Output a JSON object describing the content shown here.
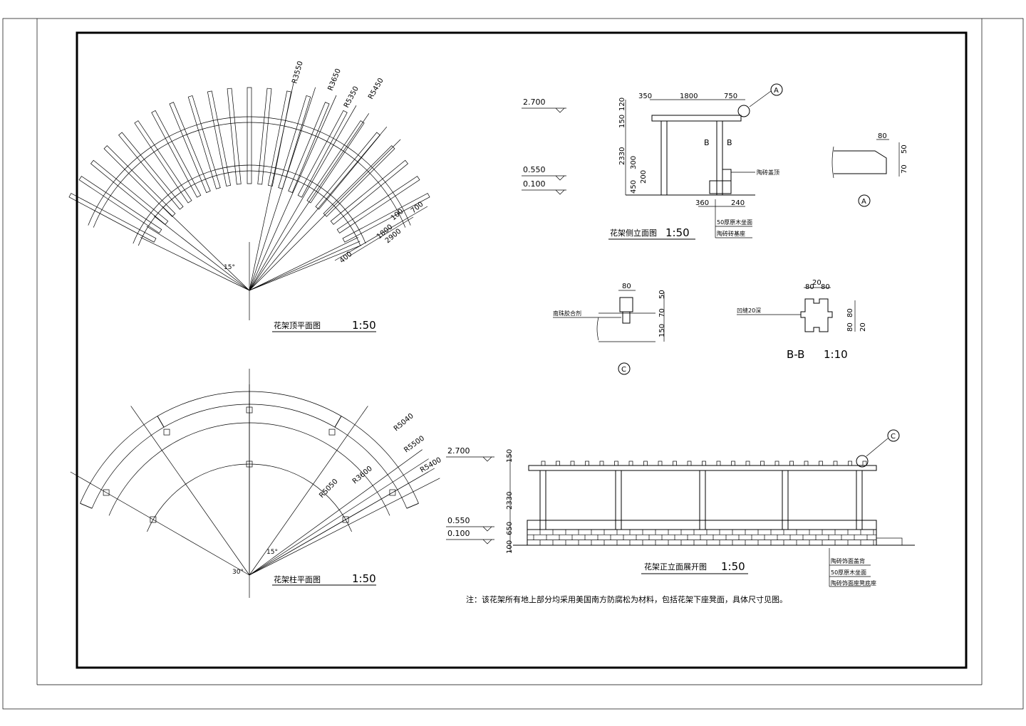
{
  "top_plan": {
    "radii": [
      "R3550",
      "R3650",
      "R5350",
      "R5450"
    ],
    "dims": [
      "700",
      "1800",
      "2900",
      "400",
      "100"
    ],
    "angle": "15°",
    "title": "花架顶平面图",
    "scale": "1:50"
  },
  "column_plan": {
    "radii": [
      "R5040",
      "R5500",
      "R5400",
      "R5050",
      "R3600"
    ],
    "angles": [
      "30°",
      "15°"
    ],
    "title": "花架柱平面图",
    "scale": "1:50"
  },
  "side_elevation": {
    "levels": [
      "2.700",
      "0.550",
      "0.100"
    ],
    "top_dims": [
      "350",
      "1800",
      "750"
    ],
    "left_dims": [
      "150",
      "120",
      "2330",
      "300",
      "200",
      "450"
    ],
    "bottom_dims": [
      "360",
      "240"
    ],
    "section_marks": [
      "B",
      "B"
    ],
    "callout": "A",
    "leader_label": "陶砖盖顶",
    "legend": [
      "50厚原木坐面",
      "陶砖砖基座"
    ],
    "title": "花架侧立面图",
    "scale": "1:50"
  },
  "detail_a": {
    "dims": [
      "80",
      "50",
      "70"
    ],
    "mark": "A"
  },
  "detail_c": {
    "dims": [
      "80",
      "50",
      "70",
      "150"
    ],
    "leader_label": "南珠胶合剂",
    "mark": "C"
  },
  "section_bb": {
    "dims": [
      "20",
      "80",
      "80",
      "80",
      "80",
      "20"
    ],
    "leader_label": "凹缝20深",
    "title": "B-B",
    "scale": "1:10"
  },
  "front_elevation": {
    "levels": [
      "2.700",
      "0.550",
      "0.100"
    ],
    "left_dims": [
      "150",
      "2330",
      "650",
      "100"
    ],
    "callout": "C",
    "legend": [
      "陶砖饰面盖背",
      "50厚原木坐面",
      "陶砖饰面座凳底座"
    ],
    "title": "花架正立面展开图",
    "scale": "1:50"
  },
  "note": "注：该花架所有地上部分均采用美国南方防腐松为材料，包括花架下座凳面，具体尺寸见图。"
}
